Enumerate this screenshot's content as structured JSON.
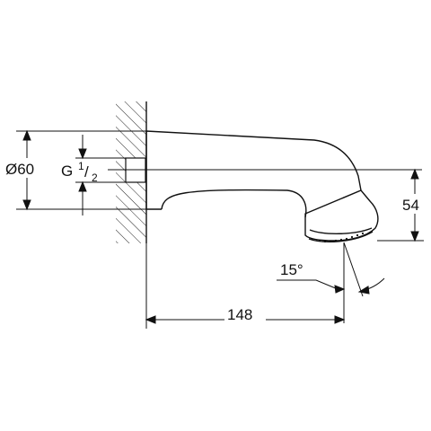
{
  "dimensions": {
    "diameter": "Ø60",
    "thread_prefix": "G",
    "thread_numerator": "1",
    "thread_slash": "/",
    "thread_denominator": "2",
    "height": "54",
    "angle": "15°",
    "length": "148"
  }
}
